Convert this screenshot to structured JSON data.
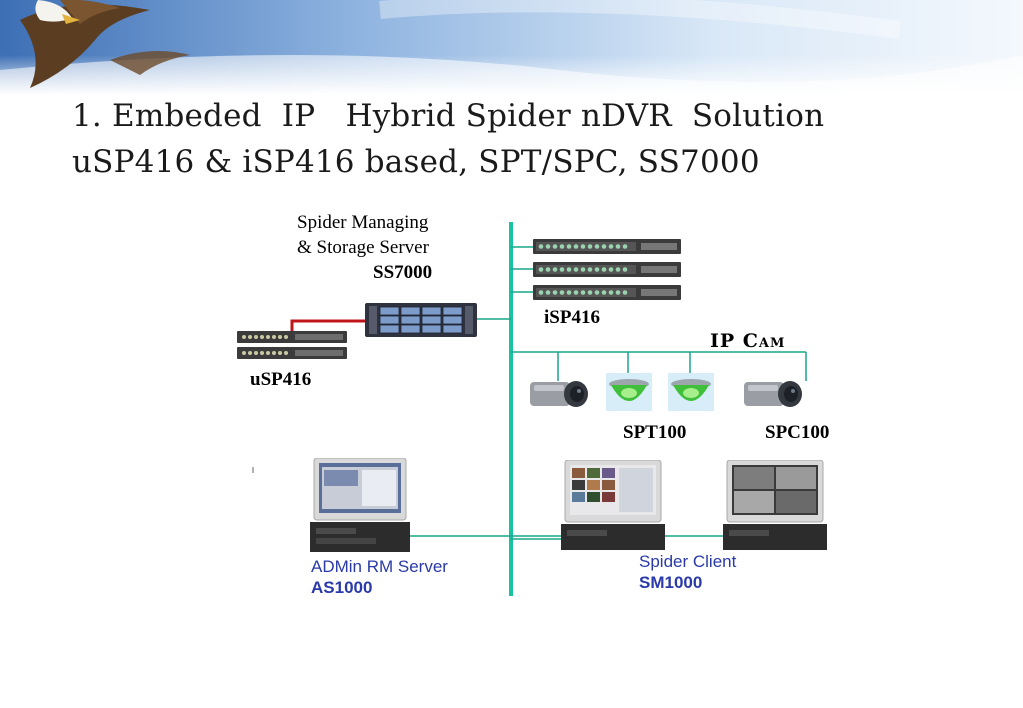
{
  "slide": {
    "title_line1": "1. Embeded  IP   Hybrid Spider nDVR  Solution",
    "title_line2": "uSP416 & iSP416 based, SPT/SPC, SS7000"
  },
  "diagram": {
    "server_desc_line1": "Spider Managing",
    "server_desc_line2": "& Storage Server",
    "server_model": "SS7000",
    "isp_label": "iSP416",
    "usp_label": "uSP416",
    "ipcam_label": "IP Cam",
    "spt_label": "SPT100",
    "spc_label": "SPC100",
    "admin_name": "ADMin RM Server",
    "admin_model": "AS1000",
    "client_name": "Spider Client",
    "client_model": "SM1000"
  },
  "colors": {
    "backbone": "#19c3a0",
    "link": "#1aa58a",
    "red_link": "#c0151b",
    "blue_text": "#2a3aa8"
  }
}
